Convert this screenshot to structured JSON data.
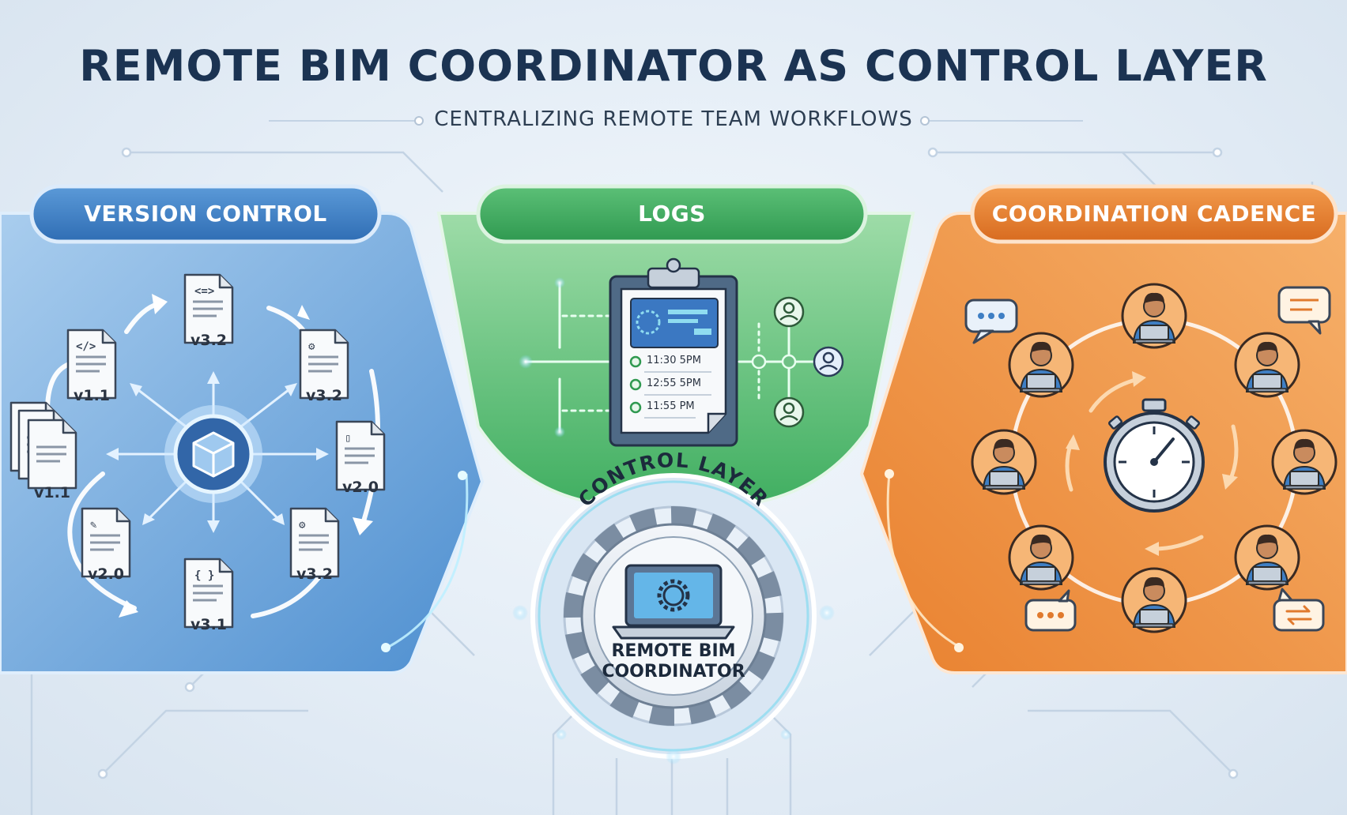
{
  "title": "REMOTE BIM COORDINATOR AS CONTROL LAYER",
  "subtitle": "CENTRALIZING REMOTE TEAM WORKFLOWS",
  "panels": {
    "version_control": {
      "label": "VERSION CONTROL",
      "color": "#3f7fc4",
      "documents": [
        "v3.2",
        "v1.1",
        "v3.2",
        "v1.1",
        "v2.0",
        "v2.0",
        "v3.2",
        "v3.1"
      ],
      "hub_icon": "cube-icon"
    },
    "logs": {
      "label": "LOGS",
      "color": "#3fa55f",
      "entries": [
        "11:30 5PM",
        "12:55 5PM",
        "11:55 PM"
      ],
      "icon": "clipboard-icon"
    },
    "coordination_cadence": {
      "label": "COORDINATION CADENCE",
      "color": "#e07a2e",
      "hub_icon": "stopwatch-icon"
    }
  },
  "control_layer": {
    "arc_label": "CONTROL LAYER",
    "coordinator_label": "REMOTE BIM COORDINATOR",
    "icon": "laptop-gear-icon"
  }
}
